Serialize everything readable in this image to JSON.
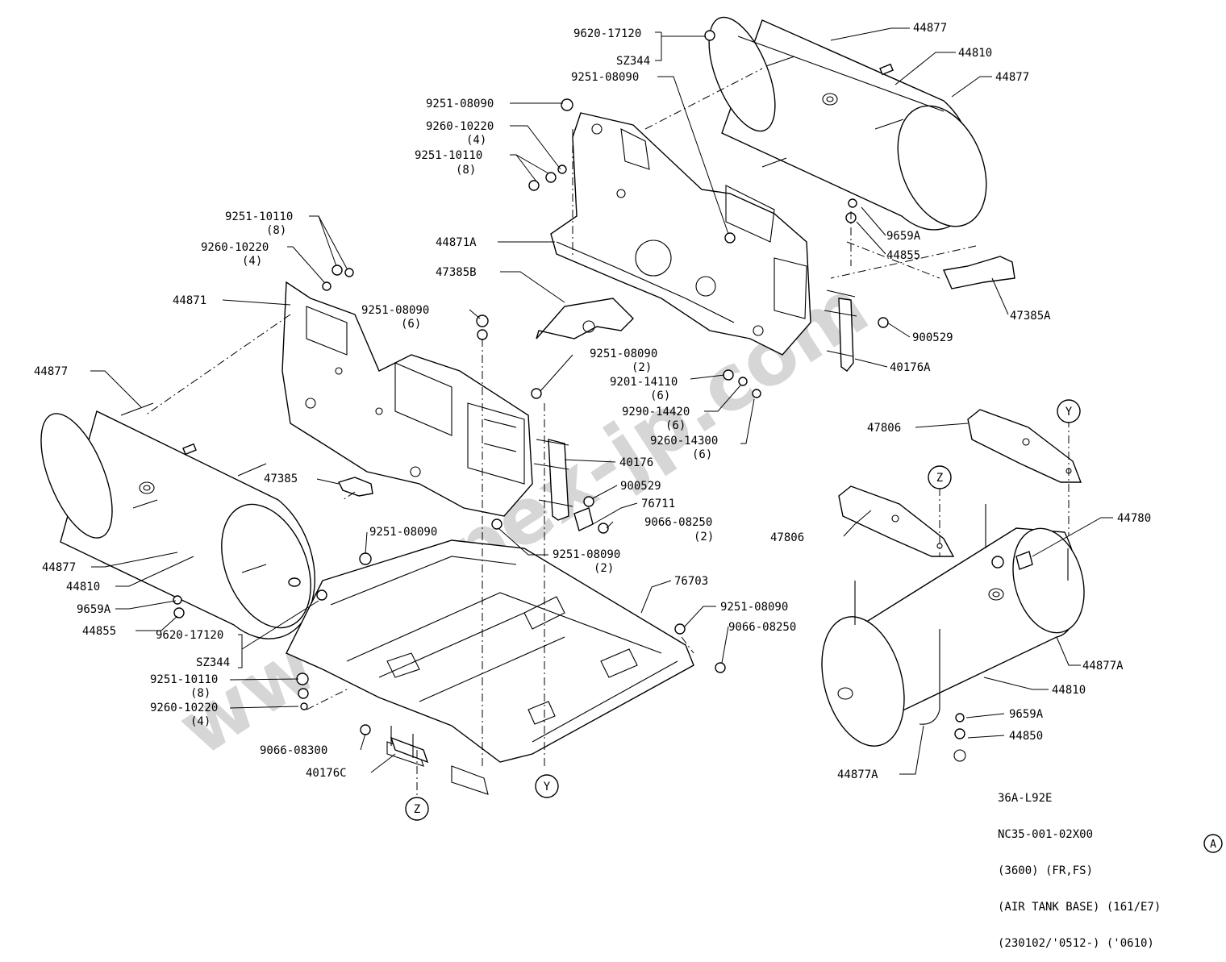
{
  "watermark": "www.mpex-jp.com",
  "labels": {
    "p9620_17120_top": "9620-17120",
    "sz344_top": "SZ344",
    "p44877_tr1": "44877",
    "p44810_tr": "44810",
    "p44877_tr2": "44877",
    "p9251_08090_a": "9251-08090",
    "p9251_08090_b": "9251-08090",
    "p9260_10220_a": "9260-10220",
    "q4_a": "(4)",
    "p9251_10110_a": "9251-10110",
    "q8_a": "(8)",
    "p9251_10110_b": "9251-10110",
    "q8_b": "(8)",
    "p9260_10220_b": "9260-10220",
    "q4_b": "(4)",
    "p44871": "44871",
    "p44871a": "44871A",
    "p47385b": "47385B",
    "p9659a_tr": "9659A",
    "p44855_tr": "44855",
    "p47385a": "47385A",
    "p900529_r": "900529",
    "p40176a": "40176A",
    "p9251_08090_c": "9251-08090",
    "q6_c": "(6)",
    "p9251_08090_d": "9251-08090",
    "q2_d": "(2)",
    "p9201_14110": "9201-14110",
    "q6_e": "(6)",
    "p9290_14420": "9290-14420",
    "q6_f": "(6)",
    "p9260_14300": "9260-14300",
    "q6_g": "(6)",
    "p44877_l1": "44877",
    "p40176": "40176",
    "p47385": "47385",
    "p900529_m": "900529",
    "p76711": "76711",
    "p9066_08250_a": "9066-08250",
    "q2_h": "(2)",
    "p9251_08090_e": "9251-08090",
    "p9251_08090_f": "9251-08090",
    "q2_f": "(2)",
    "p44877_l2": "44877",
    "p44810_l": "44810",
    "p9659a_l": "9659A",
    "p44855_l": "44855",
    "p9620_17120_bot": "9620-17120",
    "sz344_bot": "SZ344",
    "p9251_10110_c": "9251-10110",
    "q8_c": "(8)",
    "p9260_10220_c": "9260-10220",
    "q4_c": "(4)",
    "p9066_08300": "9066-08300",
    "p40176c": "40176C",
    "p76703": "76703",
    "p9251_08090_g": "9251-08090",
    "p9066_08250_b": "9066-08250",
    "p47806_top": "47806",
    "p47806_mid": "47806",
    "p44780": "44780",
    "p44877a_r": "44877A",
    "p44810_br": "44810",
    "p9659a_br": "9659A",
    "p44850": "44850",
    "p44877a_b": "44877A",
    "callout_y": "Y",
    "callout_z": "Z",
    "callout_a": "A"
  },
  "footer": [
    "36A-L92E",
    "NC35-001-02X00",
    "(3600) (FR,FS)",
    "(AIR TANK BASE) (161/E7)",
    "(230102/'0512-) ('0610)"
  ]
}
